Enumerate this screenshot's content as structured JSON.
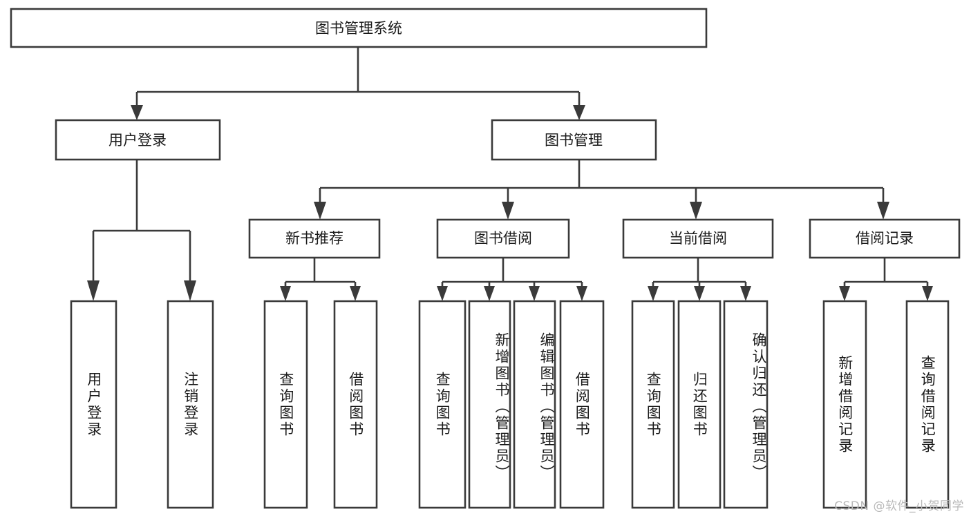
{
  "diagram": {
    "title": "图书管理系统",
    "type": "tree-hierarchy",
    "orientation": "top-down",
    "colors": {
      "stroke": "#3a3a3a",
      "box_fill": "#ffffff",
      "text": "#1b1b1b",
      "background": "#ffffff",
      "watermark": "#b9b9b9"
    }
  },
  "nodes": {
    "root": {
      "label": "图书管理系统",
      "level": 0,
      "orientation": "horizontal"
    },
    "level1": [
      {
        "id": "user-login",
        "label": "用户登录",
        "orientation": "horizontal"
      },
      {
        "id": "book-management",
        "label": "图书管理",
        "orientation": "horizontal"
      }
    ],
    "level2": [
      {
        "id": "new-book-recommend",
        "label": "新书推荐",
        "orientation": "horizontal",
        "parent": "book-management"
      },
      {
        "id": "book-borrow",
        "label": "图书借阅",
        "orientation": "horizontal",
        "parent": "book-management"
      },
      {
        "id": "current-borrow",
        "label": "当前借阅",
        "orientation": "horizontal",
        "parent": "book-management"
      },
      {
        "id": "borrow-record",
        "label": "借阅记录",
        "orientation": "horizontal",
        "parent": "book-management"
      }
    ],
    "leaves": [
      {
        "id": "leaf-user-login",
        "label": "用户登录",
        "orientation": "vertical",
        "parent": "user-login"
      },
      {
        "id": "leaf-logout",
        "label": "注销登录",
        "orientation": "vertical",
        "parent": "user-login"
      },
      {
        "id": "leaf-query-book-1",
        "label": "查询图书",
        "orientation": "vertical",
        "parent": "new-book-recommend"
      },
      {
        "id": "leaf-borrow-book-1",
        "label": "借阅图书",
        "orientation": "vertical",
        "parent": "new-book-recommend"
      },
      {
        "id": "leaf-query-book-2",
        "label": "查询图书",
        "orientation": "vertical",
        "parent": "book-borrow"
      },
      {
        "id": "leaf-add-book",
        "label": "新增图书（管理员）",
        "orientation": "vertical",
        "parent": "book-borrow"
      },
      {
        "id": "leaf-edit-book",
        "label": "编辑图书（管理员）",
        "orientation": "vertical",
        "parent": "book-borrow"
      },
      {
        "id": "leaf-borrow-book-2",
        "label": "借阅图书",
        "orientation": "vertical",
        "parent": "book-borrow"
      },
      {
        "id": "leaf-query-book-3",
        "label": "查询图书",
        "orientation": "vertical",
        "parent": "current-borrow"
      },
      {
        "id": "leaf-return-book",
        "label": "归还图书",
        "orientation": "vertical",
        "parent": "current-borrow"
      },
      {
        "id": "leaf-confirm-return",
        "label": "确认归还（管理员）",
        "orientation": "vertical",
        "parent": "current-borrow"
      },
      {
        "id": "leaf-add-record",
        "label": "新增借阅记录",
        "orientation": "vertical",
        "parent": "borrow-record"
      },
      {
        "id": "leaf-query-record",
        "label": "查询借阅记录",
        "orientation": "vertical",
        "parent": "borrow-record"
      }
    ]
  },
  "watermark": {
    "text": "CSDN @软件_小贺同学"
  }
}
